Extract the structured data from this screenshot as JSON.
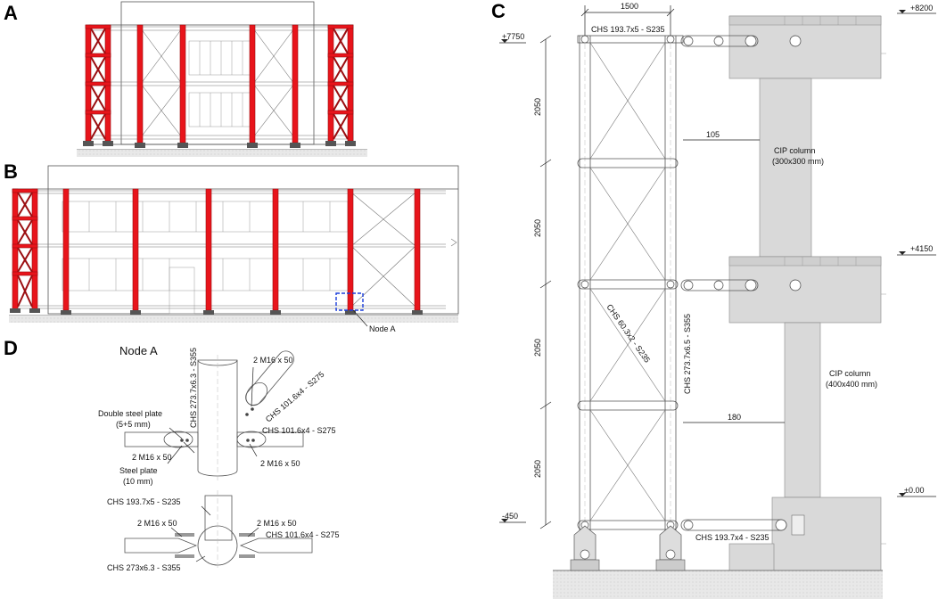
{
  "panels": {
    "a": {
      "letter": "A"
    },
    "b": {
      "letter": "B",
      "callout": "Node A"
    },
    "c": {
      "letter": "C",
      "top_width": "1500",
      "levels": [
        "+7750",
        "-450",
        "+8200",
        "+4150",
        "±0.00"
      ],
      "heights": [
        "2050",
        "2050",
        "2050",
        "2050"
      ],
      "offsets": [
        "105",
        "180"
      ],
      "members": {
        "top_chord": "CHS 193.7x5 - S235",
        "brace": "CHS 60.3x2 - S235",
        "column": "CHS 273.7x6.5 - S355",
        "tie": "CHS 193.7x4 - S235"
      },
      "cip_upper": [
        "CIP column",
        "(300x300 mm)"
      ],
      "cip_lower": [
        "CIP column",
        "(400x400 mm)"
      ]
    },
    "d": {
      "letter": "D",
      "title": "Node A",
      "labels": {
        "col_vertical": "CHS 273.7x6.3 - S355",
        "bolt_top": "2 M16 x 50",
        "diag": "CHS 101.6x4 - S275",
        "double_plate": [
          "Double steel plate",
          "(5+5 mm)"
        ],
        "horiz_right": "CHS 101.6x4 - S275",
        "bolt_left": "2 M16 x 50",
        "steel_plate": [
          "Steel plate",
          "(10 mm)"
        ],
        "bolt_right": "2 M16 x 50",
        "sec_top": "CHS 193.7x5 - S235",
        "sec_bolt_left": "2 M16 x 50",
        "sec_bolt_right": "2 M16 x 50",
        "sec_right": "CHS 101.6x4 - S275",
        "sec_bottom": "CHS 273x6.3 - S355"
      }
    }
  }
}
